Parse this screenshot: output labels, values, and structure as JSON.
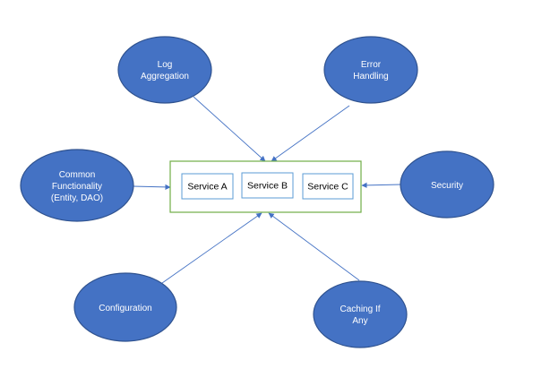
{
  "diagram": {
    "colors": {
      "node_fill": "#4472C4",
      "node_stroke": "#2F528F",
      "container_border": "#70AD47",
      "service_border": "#5B9BD5",
      "connector": "#4472C4"
    },
    "nodes": {
      "log_aggregation": {
        "lines": [
          "Log",
          "Aggregation"
        ]
      },
      "error_handling": {
        "lines": [
          "Error",
          "Handling"
        ]
      },
      "common_functionality": {
        "lines": [
          "Common",
          "Functionality",
          "(Entity, DAO)"
        ]
      },
      "security": {
        "lines": [
          "Security"
        ]
      },
      "configuration": {
        "lines": [
          "Configuration"
        ]
      },
      "caching": {
        "lines": [
          "Caching If",
          "Any"
        ]
      }
    },
    "services": {
      "service_a": "Service A",
      "service_b": "Service B",
      "service_c": "Service C"
    }
  }
}
